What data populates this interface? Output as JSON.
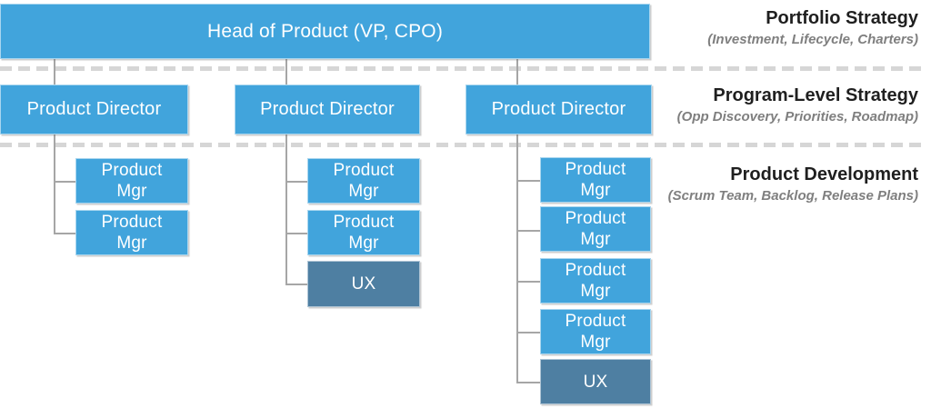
{
  "diagram": {
    "head": {
      "label": "Head of Product (VP, CPO)"
    },
    "directors": [
      {
        "label": "Product Director",
        "children": [
          {
            "label": "Product\nMgr",
            "type": "pm"
          },
          {
            "label": "Product\nMgr",
            "type": "pm"
          }
        ]
      },
      {
        "label": "Product Director",
        "children": [
          {
            "label": "Product\nMgr",
            "type": "pm"
          },
          {
            "label": "Product\nMgr",
            "type": "pm"
          },
          {
            "label": "UX",
            "type": "ux"
          }
        ]
      },
      {
        "label": "Product Director",
        "children": [
          {
            "label": "Product\nMgr",
            "type": "pm"
          },
          {
            "label": "Product\nMgr",
            "type": "pm"
          },
          {
            "label": "Product\nMgr",
            "type": "pm"
          },
          {
            "label": "Product\nMgr",
            "type": "pm"
          },
          {
            "label": "UX",
            "type": "ux"
          }
        ]
      }
    ],
    "annotations": [
      {
        "title": "Portfolio Strategy",
        "subtitle": "(Investment, Lifecycle, Charters)"
      },
      {
        "title": "Program-Level Strategy",
        "subtitle": "(Opp Discovery, Priorities, Roadmap)"
      },
      {
        "title": "Product Development",
        "subtitle": "(Scrum Team, Backlog, Release Plans)"
      }
    ],
    "colors": {
      "box-blue": "#41a4dc",
      "ux-blue": "#4e7fa2",
      "connector-gray": "#a6a6a6",
      "dash-gray": "#d6d6d6",
      "title-black": "#1f1f1f",
      "subtitle-gray": "#7f7f7f"
    }
  }
}
